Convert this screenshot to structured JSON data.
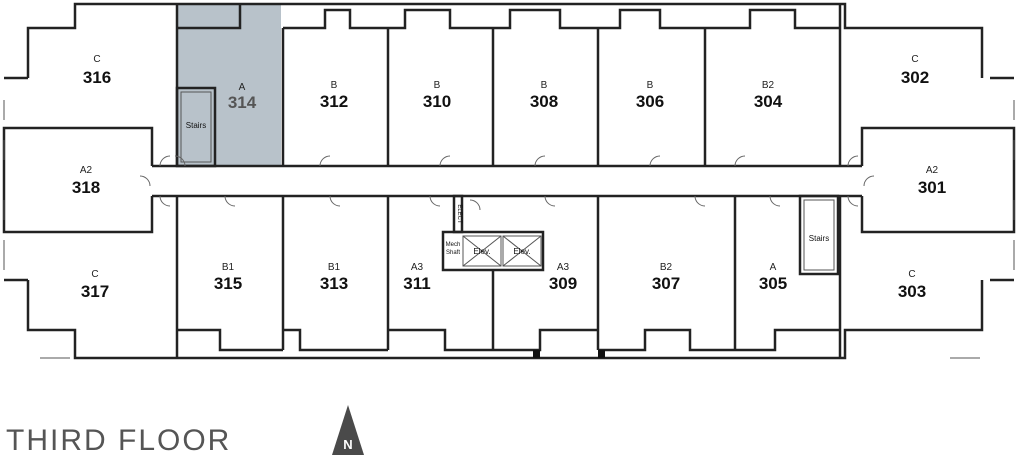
{
  "floor_title": "THIRD FLOOR",
  "north_label": "N",
  "stairs_label": "Stairs",
  "mech_label_1": "Mech",
  "mech_label_2": "Shaft",
  "elev_label": "Elev.",
  "electrical_label": "ELECT",
  "highlight_color": "#b8c2ca",
  "units": [
    {
      "id": "316",
      "type": "C"
    },
    {
      "id": "314",
      "type": "A",
      "highlighted": true
    },
    {
      "id": "312",
      "type": "B"
    },
    {
      "id": "310",
      "type": "B"
    },
    {
      "id": "308",
      "type": "B"
    },
    {
      "id": "306",
      "type": "B"
    },
    {
      "id": "304",
      "type": "B2"
    },
    {
      "id": "302",
      "type": "C"
    },
    {
      "id": "318",
      "type": "A2"
    },
    {
      "id": "301",
      "type": "A2"
    },
    {
      "id": "317",
      "type": "C"
    },
    {
      "id": "315",
      "type": "B1"
    },
    {
      "id": "313",
      "type": "B1"
    },
    {
      "id": "311",
      "type": "A3"
    },
    {
      "id": "309",
      "type": "A3"
    },
    {
      "id": "307",
      "type": "B2"
    },
    {
      "id": "305",
      "type": "A"
    },
    {
      "id": "303",
      "type": "C"
    }
  ]
}
